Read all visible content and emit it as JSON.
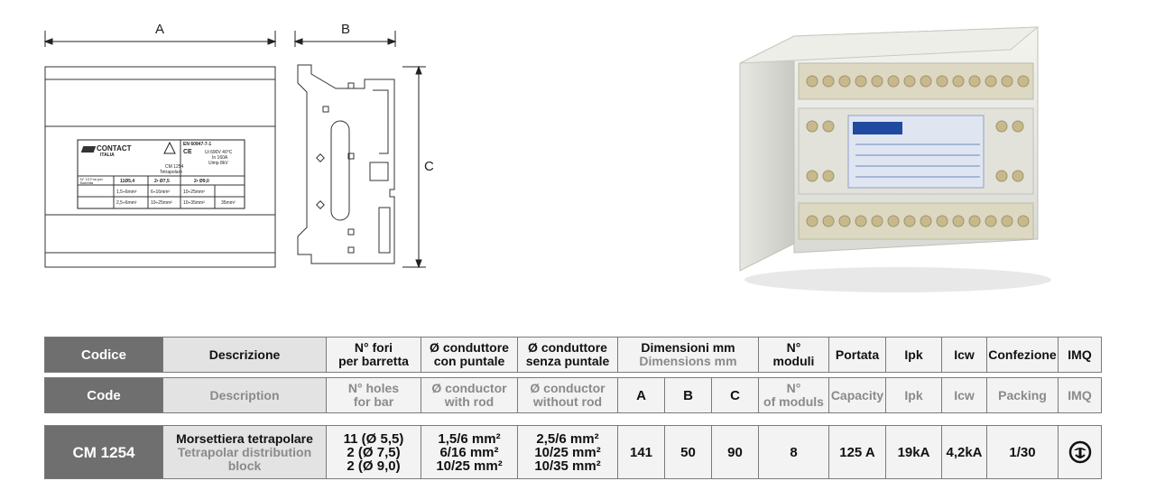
{
  "drawing": {
    "dim_a": "A",
    "dim_b": "B",
    "dim_c": "C",
    "label": {
      "brand": "CONTACT",
      "brand_sub": "ITALIA",
      "code": "CM 1254",
      "type": "Tetrapolare",
      "norm": "EN 60947-7-1",
      "ratings": [
        "Ui 690V  40°C",
        "In 160A",
        "Uimp 8kV"
      ],
      "holes_label": "N° 10 Fori per Barretta",
      "sizes": [
        "11Ø5,4",
        "2• Ø7,5",
        "2• Ø9,0"
      ],
      "rod_row": [
        "1,5÷6mm²",
        "6÷16mm²",
        "10÷25mm²"
      ],
      "norod_row": [
        "2,5÷6mm²",
        "10÷25mm²",
        "10÷35mm²",
        "35mm²"
      ]
    }
  },
  "table": {
    "header_it": {
      "codice": "Codice",
      "descrizione": "Descrizione",
      "fori": [
        "N° fori",
        "per barretta"
      ],
      "con_puntale": [
        "Ø conduttore",
        "con puntale"
      ],
      "senza_puntale": [
        "Ø conduttore",
        "senza puntale"
      ],
      "dimensioni": [
        "Dimensioni mm",
        "Dimensions mm"
      ],
      "moduli": [
        "N°",
        "moduli"
      ],
      "portata": "Portata",
      "ipk": "Ipk",
      "icw": "Icw",
      "confezione": "Confezione",
      "imq": "IMQ"
    },
    "header_en": {
      "code": "Code",
      "description": "Description",
      "holes": [
        "N° holes",
        "for bar"
      ],
      "with_rod": [
        "Ø conductor",
        "with rod"
      ],
      "without_rod": [
        "Ø conductor",
        "without rod"
      ],
      "a": "A",
      "b": "B",
      "c": "C",
      "moduls": [
        "N°",
        "of moduls"
      ],
      "capacity": "Capacity",
      "ipk": "Ipk",
      "icw": "Icw",
      "packing": "Packing",
      "imq": "IMQ"
    },
    "row": {
      "code": "CM 1254",
      "desc_it": "Morsettiera tetrapolare",
      "desc_en": [
        "Tetrapolar distribution",
        "block"
      ],
      "holes": [
        "11 (Ø 5,5)",
        "2 (Ø 7,5)",
        "2 (Ø 9,0)"
      ],
      "with_rod": [
        "1,5/6 mm²",
        "6/16 mm²",
        "10/25 mm²"
      ],
      "without_rod": [
        "2,5/6 mm²",
        "10/25 mm²",
        "10/35 mm²"
      ],
      "a": "141",
      "b": "50",
      "c": "90",
      "moduli": "8",
      "portata": "125 A",
      "ipk": "19kA",
      "icw": "4,2kA",
      "confezione": "1/30"
    },
    "imq_icon": "imq-certification-mark-icon"
  }
}
